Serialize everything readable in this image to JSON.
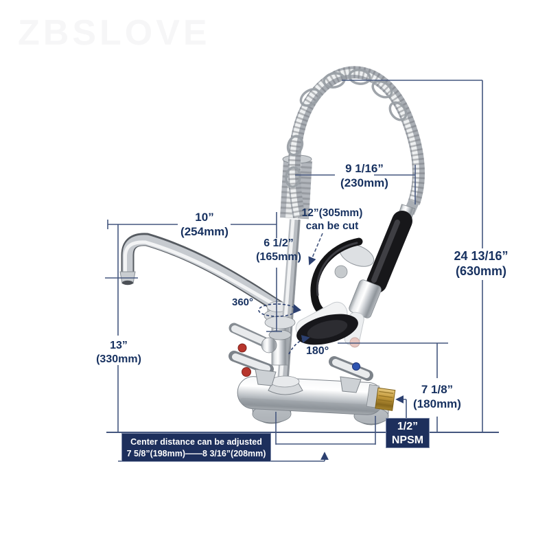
{
  "watermark": "ZBSLOVE",
  "labels": {
    "hose_span": {
      "l1": "9 1/16”",
      "l2": "(230mm)"
    },
    "spout_length": {
      "l1": "10”",
      "l2": "(254mm)"
    },
    "riser_cut": {
      "l1": "12”(305mm)",
      "l2": "can be cut"
    },
    "riser_height": {
      "l1": "6 1/2”",
      "l2": "(165mm)"
    },
    "overall_height": {
      "l1": "24 13/16”",
      "l2": "(630mm)"
    },
    "spout_height": {
      "l1": "13”",
      "l2": "(330mm)"
    },
    "spray_height": {
      "l1": "7 1/8”",
      "l2": "(180mm)"
    },
    "swivel_angle": "360°",
    "swing_angle": "180°",
    "inlet_size": {
      "l1": "1/2”",
      "l2": "NPSM"
    },
    "center_distance": {
      "l1": "Center distance can be adjusted",
      "l2": "7 5/8”(198mm)——8 3/16”(208mm)"
    }
  },
  "colors": {
    "dimension_line": "#44567e",
    "label_text": "#16305f",
    "callout_box_bg": "#1d2f5c",
    "callout_box_text": "#ffffff",
    "hot_index": "#b7352c",
    "cold_index": "#2f54b0",
    "brass_inlet": "#c49a3c"
  }
}
